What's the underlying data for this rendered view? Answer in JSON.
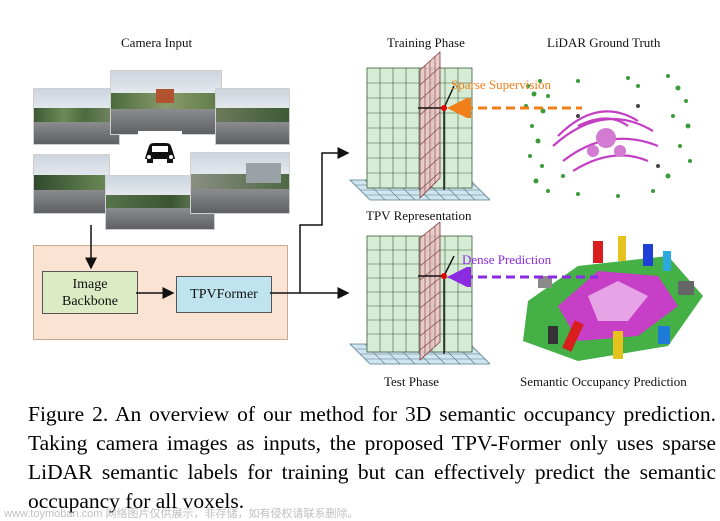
{
  "labels": {
    "camera_input": "Camera Input",
    "training_phase": "Training Phase",
    "lidar_ground_truth": "LiDAR Ground Truth",
    "tpv_representation": "TPV Representation",
    "test_phase": "Test Phase",
    "semantic_occupancy_prediction": "Semantic Occupancy Prediction",
    "sparse_supervision": "Sparse Supervision",
    "dense_prediction": "Dense Prediction"
  },
  "blocks": {
    "image_backbone": "Image Backbone",
    "tpvformer": "TPVFormer"
  },
  "caption": "Figure 2. An overview of our method for 3D semantic occupancy prediction. Taking camera images as inputs, the proposed TPV-Former only uses sparse LiDAR semantic labels for training but can effectively predict the semantic occupancy for all voxels.",
  "watermark": "www.toymoban.com 网络图片仅供展示，非存储，如有侵权请联系删除。",
  "colors": {
    "backbone_panel": "#fbe3d4",
    "image_backbone_box": "#dcebc4",
    "tpvformer_box": "#bfe4ef",
    "sparse_arrow": "#f07f1a",
    "dense_arrow": "#8a2be2",
    "grid_vertical_plane": "#d6ecd4",
    "grid_side_plane": "#e9c6c6",
    "grid_floor": "#cfe5ef"
  },
  "icons": {
    "car": "car-icon"
  }
}
